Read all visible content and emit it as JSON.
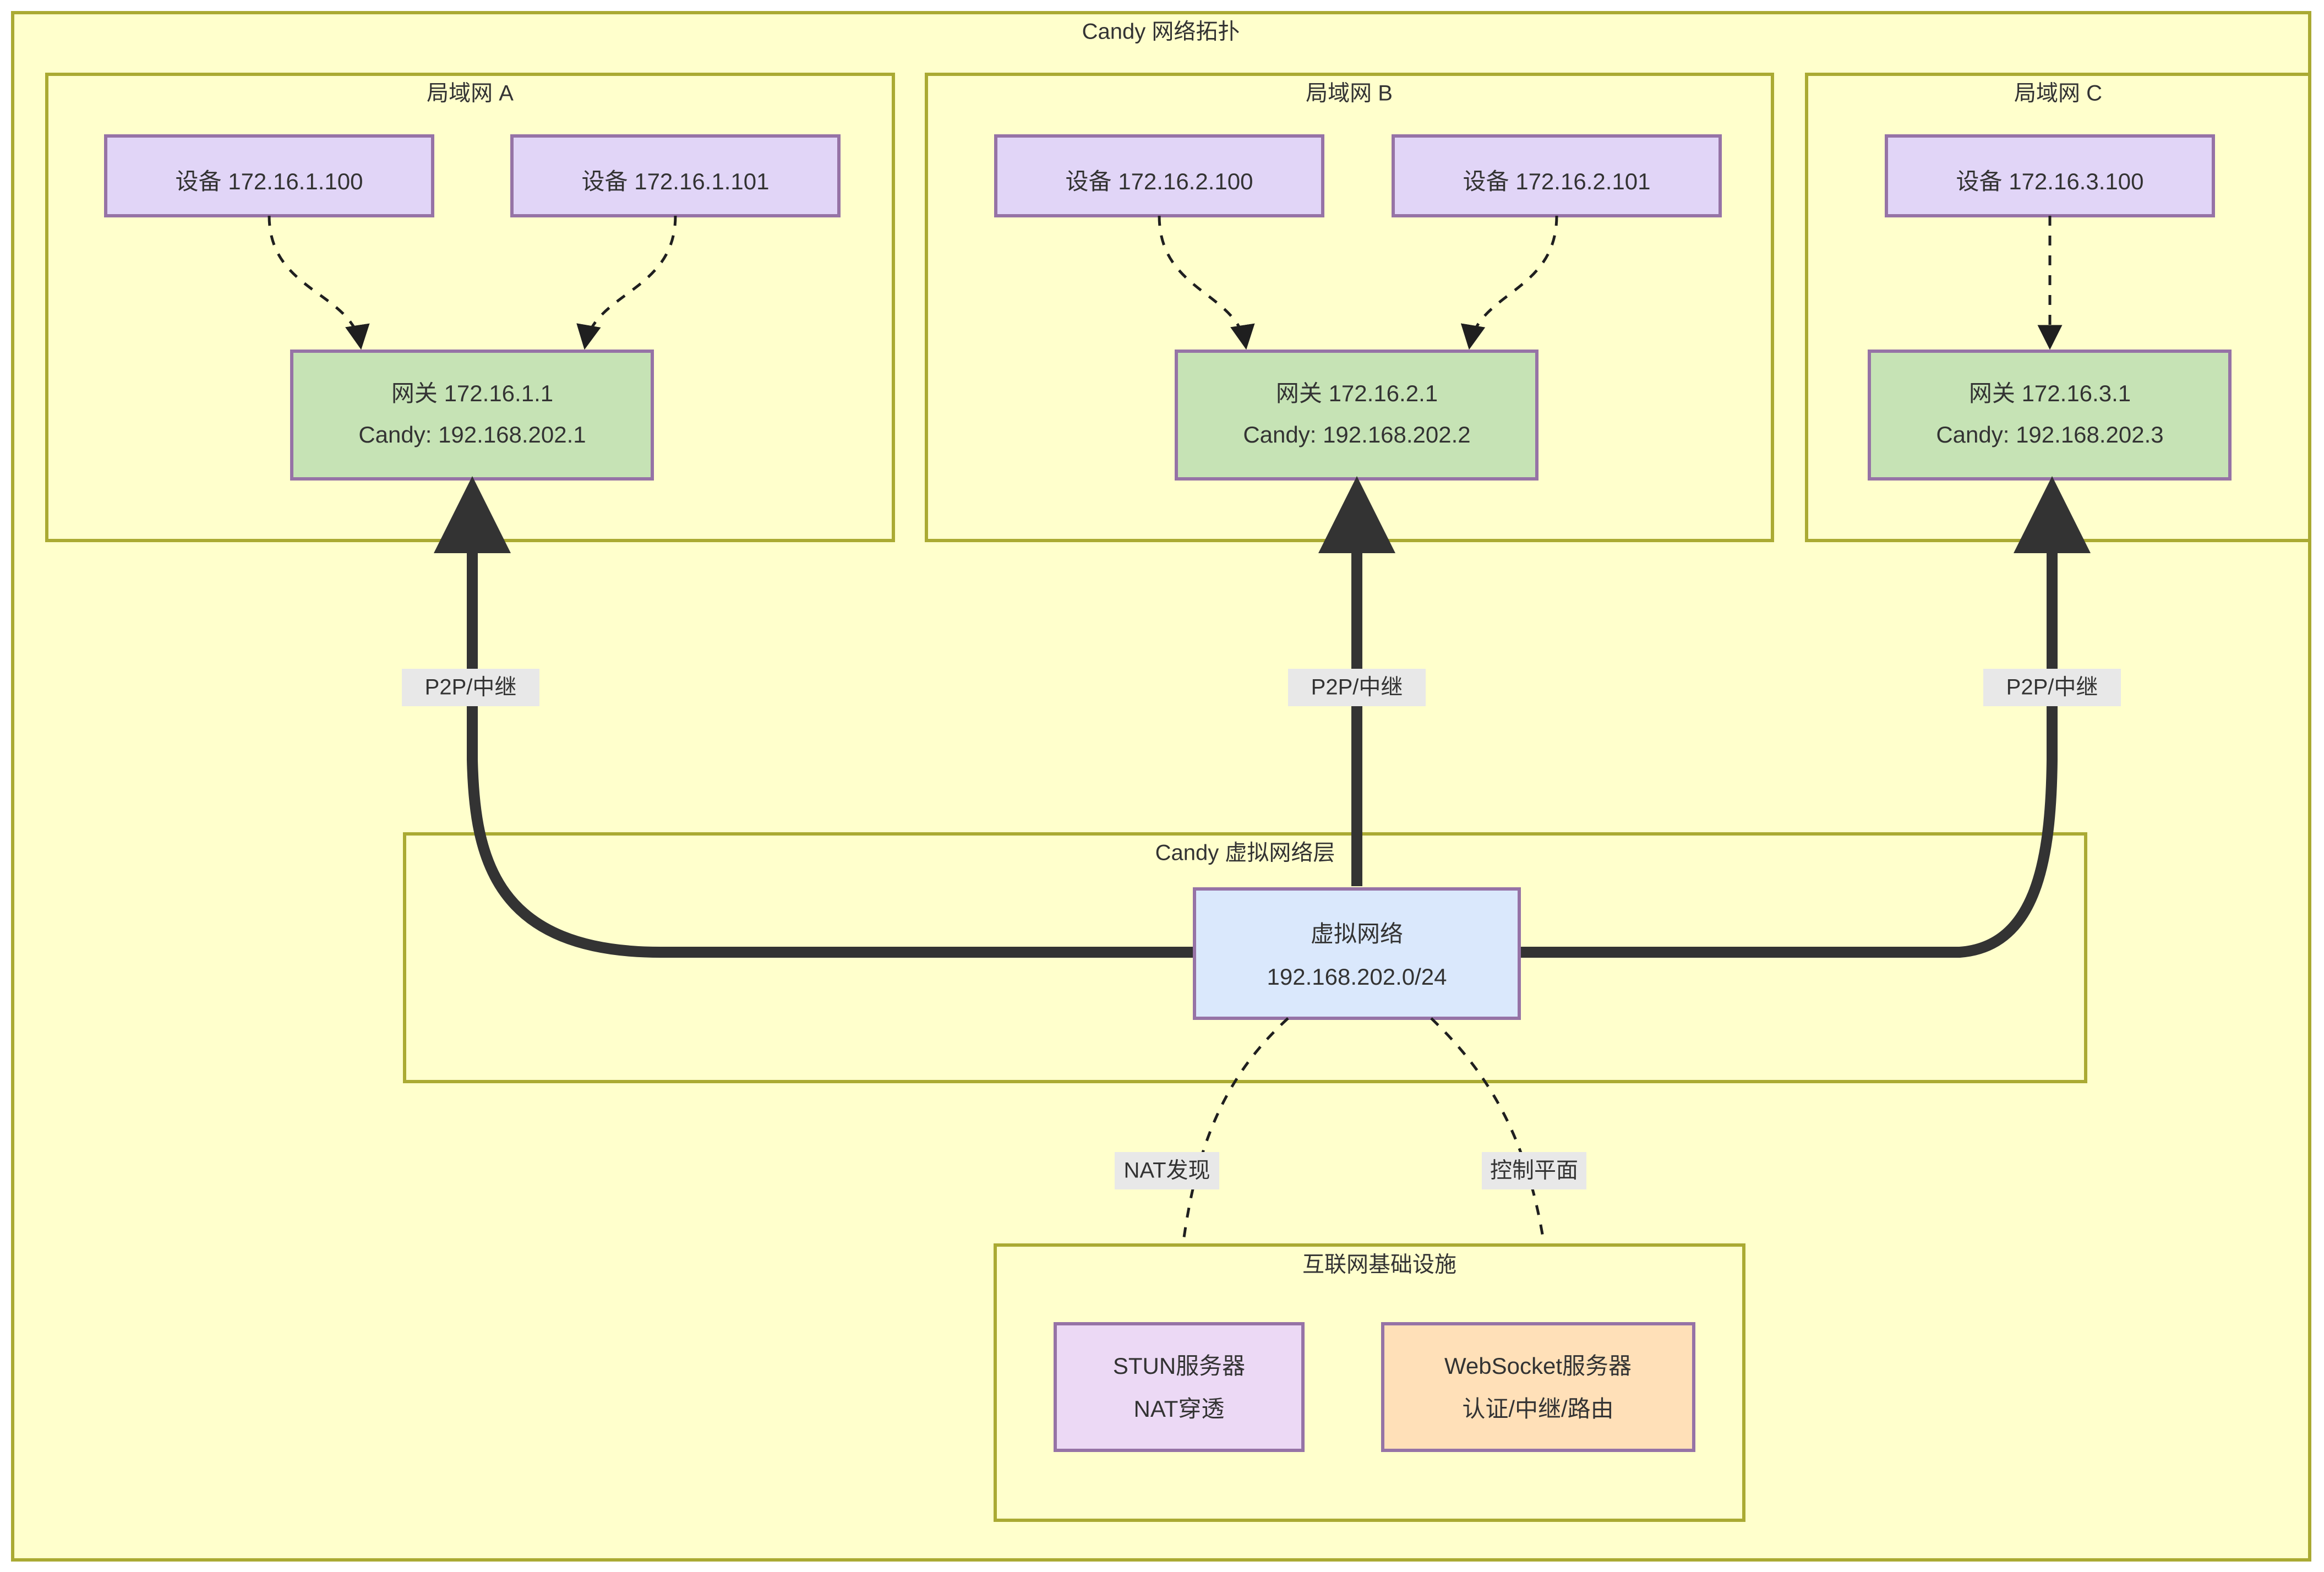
{
  "diagram": {
    "title": "Candy 网络拓扑",
    "colors": {
      "container_fill": "#ffffcc",
      "container_stroke": "#aaaa33",
      "device_fill": "#e1d5f7",
      "gateway_fill": "#c6e3b5",
      "vnet_fill": "#dae8fc",
      "stun_fill": "#ecd9f5",
      "websocket_fill": "#ffe0b8",
      "node_stroke": "#9673a6",
      "edge_thick": "#333333",
      "edge_dashed": "#1f1f1f",
      "edge_label_bg": "#e8e8e8"
    },
    "lans": [
      {
        "title": "局域网 A",
        "devices": [
          {
            "label": "设备 172.16.1.100"
          },
          {
            "label": "设备 172.16.1.101"
          }
        ],
        "gateway": {
          "line1": "网关 172.16.1.1",
          "line2": "Candy: 192.168.202.1"
        },
        "uplink_label": "P2P/中继"
      },
      {
        "title": "局域网 B",
        "devices": [
          {
            "label": "设备 172.16.2.100"
          },
          {
            "label": "设备 172.16.2.101"
          }
        ],
        "gateway": {
          "line1": "网关 172.16.2.1",
          "line2": "Candy: 192.168.202.2"
        },
        "uplink_label": "P2P/中继"
      },
      {
        "title": "局域网 C",
        "devices": [
          {
            "label": "设备 172.16.3.100"
          }
        ],
        "gateway": {
          "line1": "网关 172.16.3.1",
          "line2": "Candy: 192.168.202.3"
        },
        "uplink_label": "P2P/中继"
      }
    ],
    "virtual_layer": {
      "title": "Candy 虚拟网络层",
      "node": {
        "line1": "虚拟网络",
        "line2": "192.168.202.0/24"
      }
    },
    "downlinks": [
      {
        "label": "NAT发现"
      },
      {
        "label": "控制平面"
      }
    ],
    "internet": {
      "title": "互联网基础设施",
      "nodes": [
        {
          "line1": "STUN服务器",
          "line2": "NAT穿透"
        },
        {
          "line1": "WebSocket服务器",
          "line2": "认证/中继/路由"
        }
      ]
    }
  }
}
